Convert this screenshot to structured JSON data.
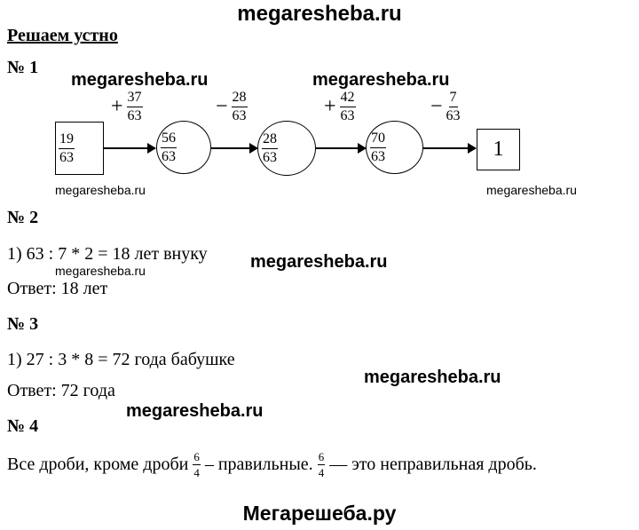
{
  "header": {
    "site": "megaresheba.ru"
  },
  "section_title": "Решаем устно",
  "task1": {
    "label": "№ 1",
    "start": {
      "num": "19",
      "den": "63"
    },
    "ops": [
      {
        "sign": "+",
        "num": "37",
        "den": "63"
      },
      {
        "sign": "−",
        "num": "28",
        "den": "63"
      },
      {
        "sign": "+",
        "num": "42",
        "den": "63"
      },
      {
        "sign": "−",
        "num": "7",
        "den": "63"
      }
    ],
    "nodes": [
      {
        "num": "56",
        "den": "63"
      },
      {
        "num": "28",
        "den": "63"
      },
      {
        "num": "70",
        "den": "63"
      }
    ],
    "end": "1"
  },
  "task2": {
    "label": "№ 2",
    "line": "1) 63 : 7 * 2 = 18 лет внуку",
    "answer": "Ответ: 18 лет"
  },
  "task3": {
    "label": "№ 3",
    "line": "1) 27 : 3 * 8 = 72 года бабушке",
    "answer": "Ответ: 72 года"
  },
  "task4": {
    "label": "№ 4",
    "part1": "Все дроби, кроме дроби",
    "frac": {
      "num": "6",
      "den": "4"
    },
    "part2": "– правильные.",
    "part3": "— это неправильная дробь."
  },
  "watermark": "megaresheba.ru",
  "footer": "Мегарешеба.ру"
}
